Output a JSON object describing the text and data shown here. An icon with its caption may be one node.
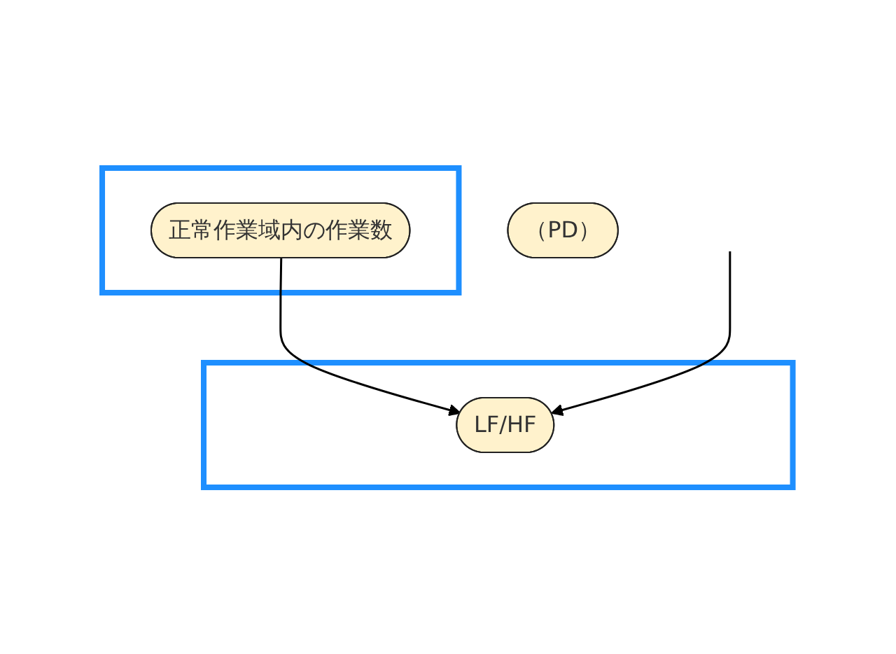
{
  "diagram": {
    "nodes": [
      {
        "text": [],
        "shape": "box"
      },
      {
        "text": [
          "正常作業域内の作業数"
        ],
        "in": 0
      },
      {
        "text": [],
        "shape": "box"
      },
      {
        "text": [
          "LF/HF"
        ],
        "in": 2
      },
      {
        "text": [
          "（PD）"
        ]
      }
    ],
    "edges": [
      {
        "from": 1,
        "to": 3,
        "arrow": "to"
      },
      {
        "from": null,
        "to": 3,
        "arrow": "to"
      }
    ]
  }
}
